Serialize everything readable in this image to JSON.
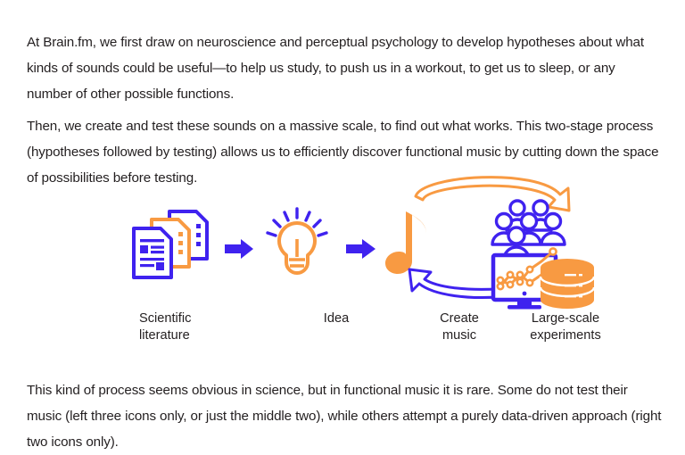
{
  "document": {
    "paragraphs": [
      "At Brain.fm, we first draw on neuroscience and perceptual psychology to develop hypotheses about what kinds of sounds could be useful—to help us study, to push us in a workout, to get us to sleep, or any number of other possible functions.",
      "Then, we create and test these sounds on a massive scale, to find out what works. This two-stage process (hypotheses followed by testing) allows us to efficiently discover functional music by cutting down the space of possibilities before testing.",
      "This kind of process seems obvious in science, but in functional music it is rare. Some do not test their music (left three icons only, or just the middle two), while others attempt a purely data-driven approach (right two icons only)."
    ]
  },
  "figure": {
    "stages": [
      {
        "icon": "documents-icon",
        "label": "Scientific\nliterature"
      },
      {
        "icon": "lightbulb-icon",
        "label": "Idea"
      },
      {
        "icon": "music-note-icon",
        "label": "Create\nmusic"
      },
      {
        "icon": "experiments-icon",
        "label": "Large-scale\nexperiments"
      }
    ],
    "connectors": [
      {
        "name": "arrow-right-1",
        "icon": "arrow-right-icon"
      },
      {
        "name": "arrow-right-2",
        "icon": "arrow-right-icon"
      },
      {
        "name": "cycle-arrow-top",
        "icon": "curved-arrow-right-icon"
      },
      {
        "name": "cycle-arrow-bottom",
        "icon": "curved-arrow-left-icon"
      }
    ]
  },
  "colors": {
    "blue": "#3f22ef",
    "orange": "#f89a42",
    "text": "#231f20",
    "background": "#ffffff"
  }
}
